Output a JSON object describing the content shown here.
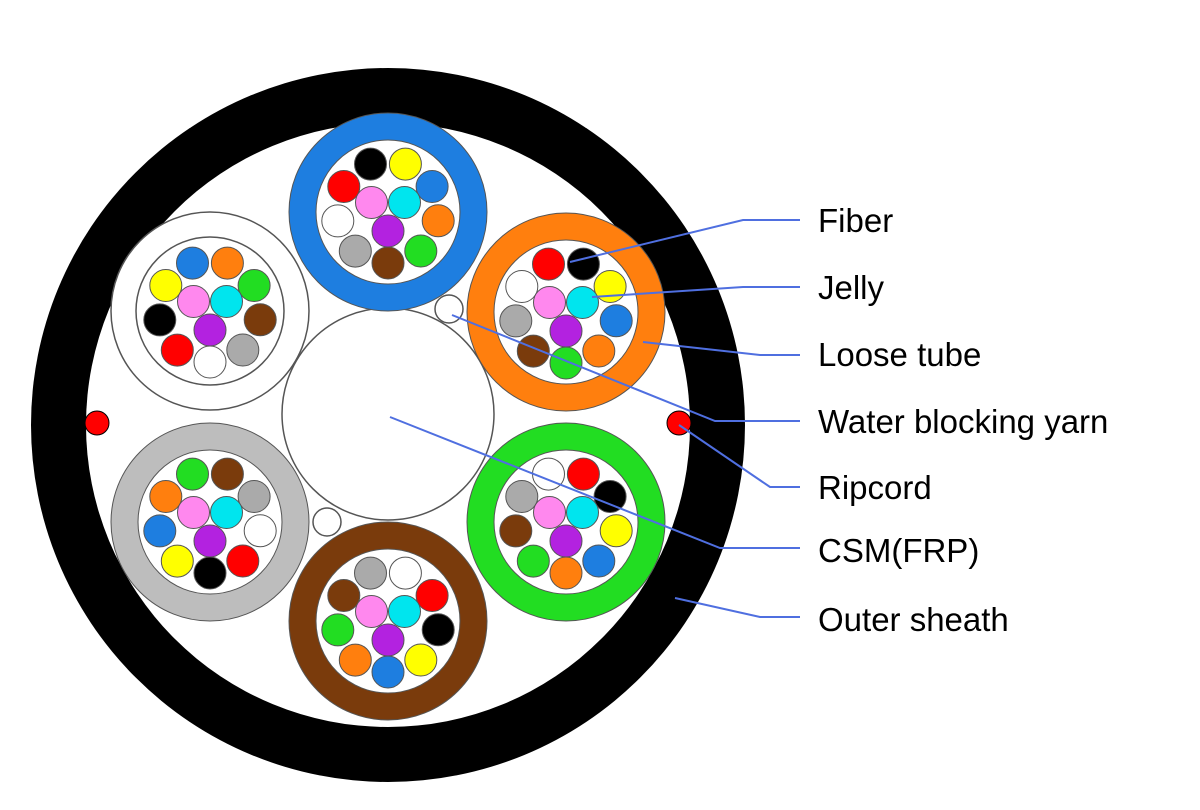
{
  "labels": [
    {
      "key": "fiber",
      "text": "Fiber"
    },
    {
      "key": "jelly",
      "text": "Jelly"
    },
    {
      "key": "loose_tube",
      "text": "Loose tube"
    },
    {
      "key": "water_blocking_yarn",
      "text": "Water blocking yarn"
    },
    {
      "key": "ripcord",
      "text": "Ripcord"
    },
    {
      "key": "csm",
      "text": "CSM(FRP)"
    },
    {
      "key": "outer_sheath",
      "text": "Outer sheath"
    }
  ],
  "colors": {
    "sheath": "#000000",
    "leader_line": "#4f6fe0",
    "ripcord": "#ff0000",
    "tube_blue": "#1e7ee0",
    "tube_orange": "#ff7f0e",
    "tube_green": "#22dd22",
    "tube_brown": "#7a3b0c",
    "tube_gray": "#bdbdbd",
    "filler_tube": "#ffffff"
  },
  "tubes": [
    {
      "name": "blue",
      "fibers": [
        "#000000",
        "#ffff00",
        "#1e7ee0",
        "#ff7f0e",
        "#22dd22",
        "#7a3b0c",
        "#aaaaaa",
        "#ffffff",
        "#ff0000",
        "#00e5ee",
        "#b322e0",
        "#ff88ee"
      ]
    },
    {
      "name": "orange",
      "fibers": [
        "#ff0000",
        "#000000",
        "#ffff00",
        "#1e7ee0",
        "#ff7f0e",
        "#22dd22",
        "#7a3b0c",
        "#aaaaaa",
        "#ffffff",
        "#00e5ee",
        "#b322e0",
        "#ff88ee"
      ]
    },
    {
      "name": "green",
      "fibers": [
        "#ffffff",
        "#ff0000",
        "#000000",
        "#ffff00",
        "#1e7ee0",
        "#ff7f0e",
        "#22dd22",
        "#7a3b0c",
        "#aaaaaa",
        "#00e5ee",
        "#b322e0",
        "#ff88ee"
      ]
    },
    {
      "name": "brown",
      "fibers": [
        "#aaaaaa",
        "#ffffff",
        "#ff0000",
        "#000000",
        "#ffff00",
        "#1e7ee0",
        "#ff7f0e",
        "#22dd22",
        "#7a3b0c",
        "#00e5ee",
        "#b322e0",
        "#ff88ee"
      ]
    },
    {
      "name": "gray",
      "fibers": [
        "#22dd22",
        "#7a3b0c",
        "#aaaaaa",
        "#ffffff",
        "#ff0000",
        "#000000",
        "#ffff00",
        "#1e7ee0",
        "#ff7f0e",
        "#00e5ee",
        "#b322e0",
        "#ff88ee"
      ]
    },
    {
      "name": "filler",
      "fibers": [
        "#1e7ee0",
        "#ff7f0e",
        "#22dd22",
        "#7a3b0c",
        "#aaaaaa",
        "#ffffff",
        "#ff0000",
        "#000000",
        "#ffff00",
        "#00e5ee",
        "#b322e0",
        "#ff88ee"
      ]
    }
  ]
}
